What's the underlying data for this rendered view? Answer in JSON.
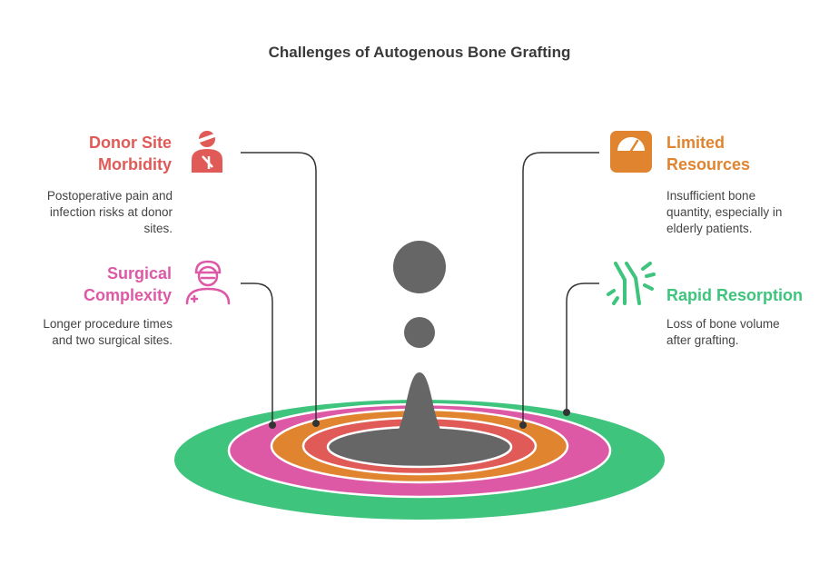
{
  "title": "Challenges of Autogenous Bone Grafting",
  "colors": {
    "donor": "#e05a57",
    "surgical": "#dd59a6",
    "limited": "#e0842f",
    "rapid": "#3ec47d",
    "center": "#666666",
    "connector": "#333333"
  },
  "items": {
    "donor": {
      "heading_line1": "Donor Site",
      "heading_line2": "Morbidity",
      "desc_line1": "Postoperative pain and",
      "desc_line2": "infection risks at donor",
      "desc_line3": "sites.",
      "icon": "injured-person-icon"
    },
    "surgical": {
      "heading_line1": "Surgical",
      "heading_line2": "Complexity",
      "desc_line1": "Longer procedure times",
      "desc_line2": "and two surgical sites.",
      "icon": "surgeon-icon"
    },
    "limited": {
      "heading_line1": "Limited",
      "heading_line2": "Resources",
      "desc_line1": "Insufficient bone",
      "desc_line2": "quantity, especially in",
      "desc_line3": "elderly patients.",
      "icon": "scale-icon"
    },
    "rapid": {
      "heading": "Rapid Resorption",
      "desc_line1": "Loss of bone volume",
      "desc_line2": "after grafting.",
      "icon": "bone-joint-icon"
    }
  }
}
